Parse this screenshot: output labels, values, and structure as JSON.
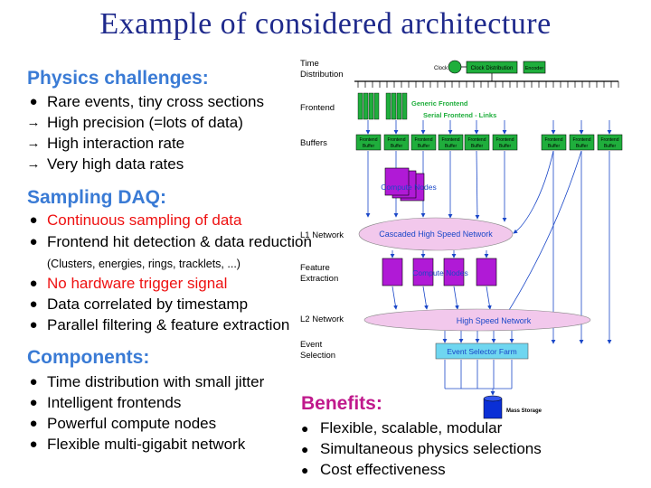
{
  "title": "Example of considered architecture",
  "physics": {
    "heading": "Physics challenges:",
    "items": [
      {
        "bullet": "●",
        "text": "Rare events, tiny cross sections"
      },
      {
        "bullet": "→",
        "text": "High precision (=lots of data)"
      },
      {
        "bullet": "→",
        "text": "High interaction rate"
      },
      {
        "bullet": "→",
        "text": "Very high data rates"
      }
    ]
  },
  "sampling": {
    "heading": "Sampling DAQ:",
    "items": [
      {
        "bullet": "●",
        "text": "Continuous sampling of data"
      },
      {
        "bullet": "●",
        "text": "Frontend hit detection & data reduction"
      },
      {
        "bullet": "",
        "text": "(Clusters, energies, rings, tracklets, ...)"
      },
      {
        "bullet": "●",
        "text": "No hardware trigger signal"
      },
      {
        "bullet": "●",
        "text": "Data correlated by timestamp"
      },
      {
        "bullet": "●",
        "text": "Parallel filtering & feature extraction"
      }
    ]
  },
  "components": {
    "heading": "Components:",
    "items": [
      {
        "bullet": "●",
        "text": "Time distribution with small jitter"
      },
      {
        "bullet": "●",
        "text": "Intelligent frontends"
      },
      {
        "bullet": "●",
        "text": "Powerful compute nodes"
      },
      {
        "bullet": "●",
        "text": "Flexible multi-gigabit network"
      }
    ]
  },
  "benefits": {
    "heading": "Benefits:",
    "items": [
      {
        "bullet": "●",
        "text": "Flexible, scalable, modular"
      },
      {
        "bullet": "●",
        "text": "Simultaneous physics selections"
      },
      {
        "bullet": "●",
        "text": "Cost effectiveness"
      }
    ]
  },
  "diagram": {
    "row_labels": {
      "time_1": "Time",
      "time_2": "Distribution",
      "frontend": "Frontend",
      "buffers": "Buffers",
      "l1": "L1 Network",
      "feat_1": "Feature",
      "feat_2": "Extraction",
      "l2": "L2 Network",
      "event_1": "Event",
      "event_2": "Selection"
    },
    "clock": "Clock",
    "clock_distribution": "Clock Distribution",
    "encoder": "Encoder",
    "generic_frontend": "Generic Frontend",
    "serial_links": "Serial Frontend - Links",
    "buffer_top": "Frontend",
    "buffer_bottom": "Buffer",
    "compute_nodes_1": "Compute Nodes",
    "cascaded_network": "Cascaded High Speed Network",
    "compute_nodes_2": "Compute Nodes",
    "high_speed_network": "High Speed Network",
    "event_selector": "Event Selector Farm",
    "mass_storage": "Mass Storage",
    "colors": {
      "green": "#1fae3c",
      "cyan": "#6fd6f0",
      "purple": "#b01ad6",
      "pink": "#f2c8ec",
      "blue": "#2255cc",
      "storage": "#0a2fd6"
    }
  }
}
